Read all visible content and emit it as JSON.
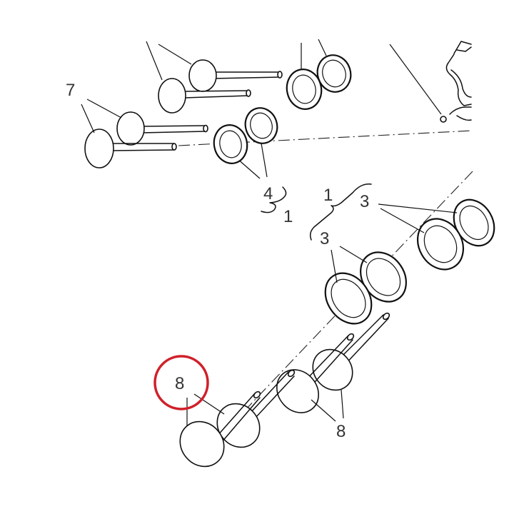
{
  "diagram": {
    "labels": {
      "item_7": "7",
      "item_4": "4",
      "item_1_left": "1",
      "item_1_right": "1",
      "item_3_upper": "3",
      "item_3_lower": "3",
      "item_8_highlighted": "8",
      "item_8_lower": "8"
    },
    "highlight_color": "#d0202a"
  }
}
